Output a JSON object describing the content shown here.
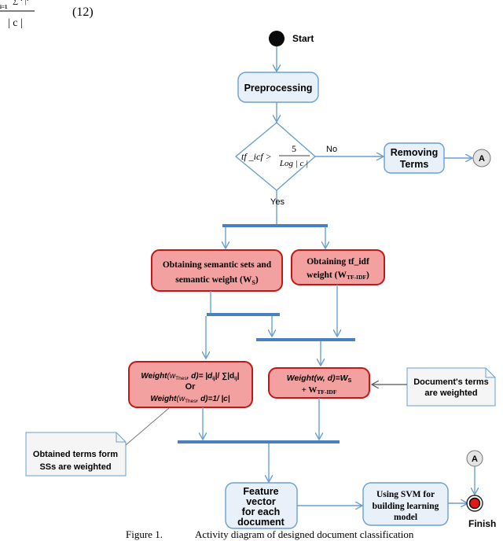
{
  "equation": {
    "partial_top": "∑ · |·",
    "partial_sub": "i=1",
    "denominator": "| c |",
    "number": "(12)"
  },
  "nodes": {
    "start": "Start",
    "preprocessing": "Preprocessing",
    "decision": {
      "lhs": "tf _icf >",
      "numerator": "5",
      "denominator": "Log | c |"
    },
    "no_label": "No",
    "yes_label": "Yes",
    "removing_terms": [
      "Removing",
      "Terms"
    ],
    "connector": "A",
    "semantic": [
      "Obtaining semantic sets and",
      "semantic weight (W",
      "S",
      ")"
    ],
    "tfidf": [
      "Obtaining tf_idf",
      "weight (W",
      "TF-IDF",
      ")"
    ],
    "weight_thes": {
      "line1_fn": "Weight",
      "line1_arg": "(w",
      "line1_sub": "Thes",
      "line1_rest": ", d)= |d",
      "line1_sub2": "ij",
      "line1_tail": "|/ ∑|d",
      "line1_sub3": "ij",
      "line1_end": "|",
      "line2": "Or",
      "line3_fn": "Weight",
      "line3_arg": "(w",
      "line3_sub": "Thes",
      "line3_rest": ", d)=1/ |c|"
    },
    "weight_wd": {
      "fn": "Weight",
      "args": "(w, d)=W",
      "sub1": "S",
      "line2_pre": "+ W",
      "sub2": "TF-IDF"
    },
    "note_right": [
      "Document's terms",
      "are weighted"
    ],
    "note_left": [
      "Obtained terms form",
      "SSs are weighted"
    ],
    "feature_vector": [
      "Feature",
      "vector",
      "for each",
      "document"
    ],
    "svm": [
      "Using SVM for",
      "building learning",
      "model"
    ],
    "finish": "Finish"
  },
  "caption": {
    "label": "Figure 1.",
    "text": "Activity diagram of designed document classification"
  }
}
